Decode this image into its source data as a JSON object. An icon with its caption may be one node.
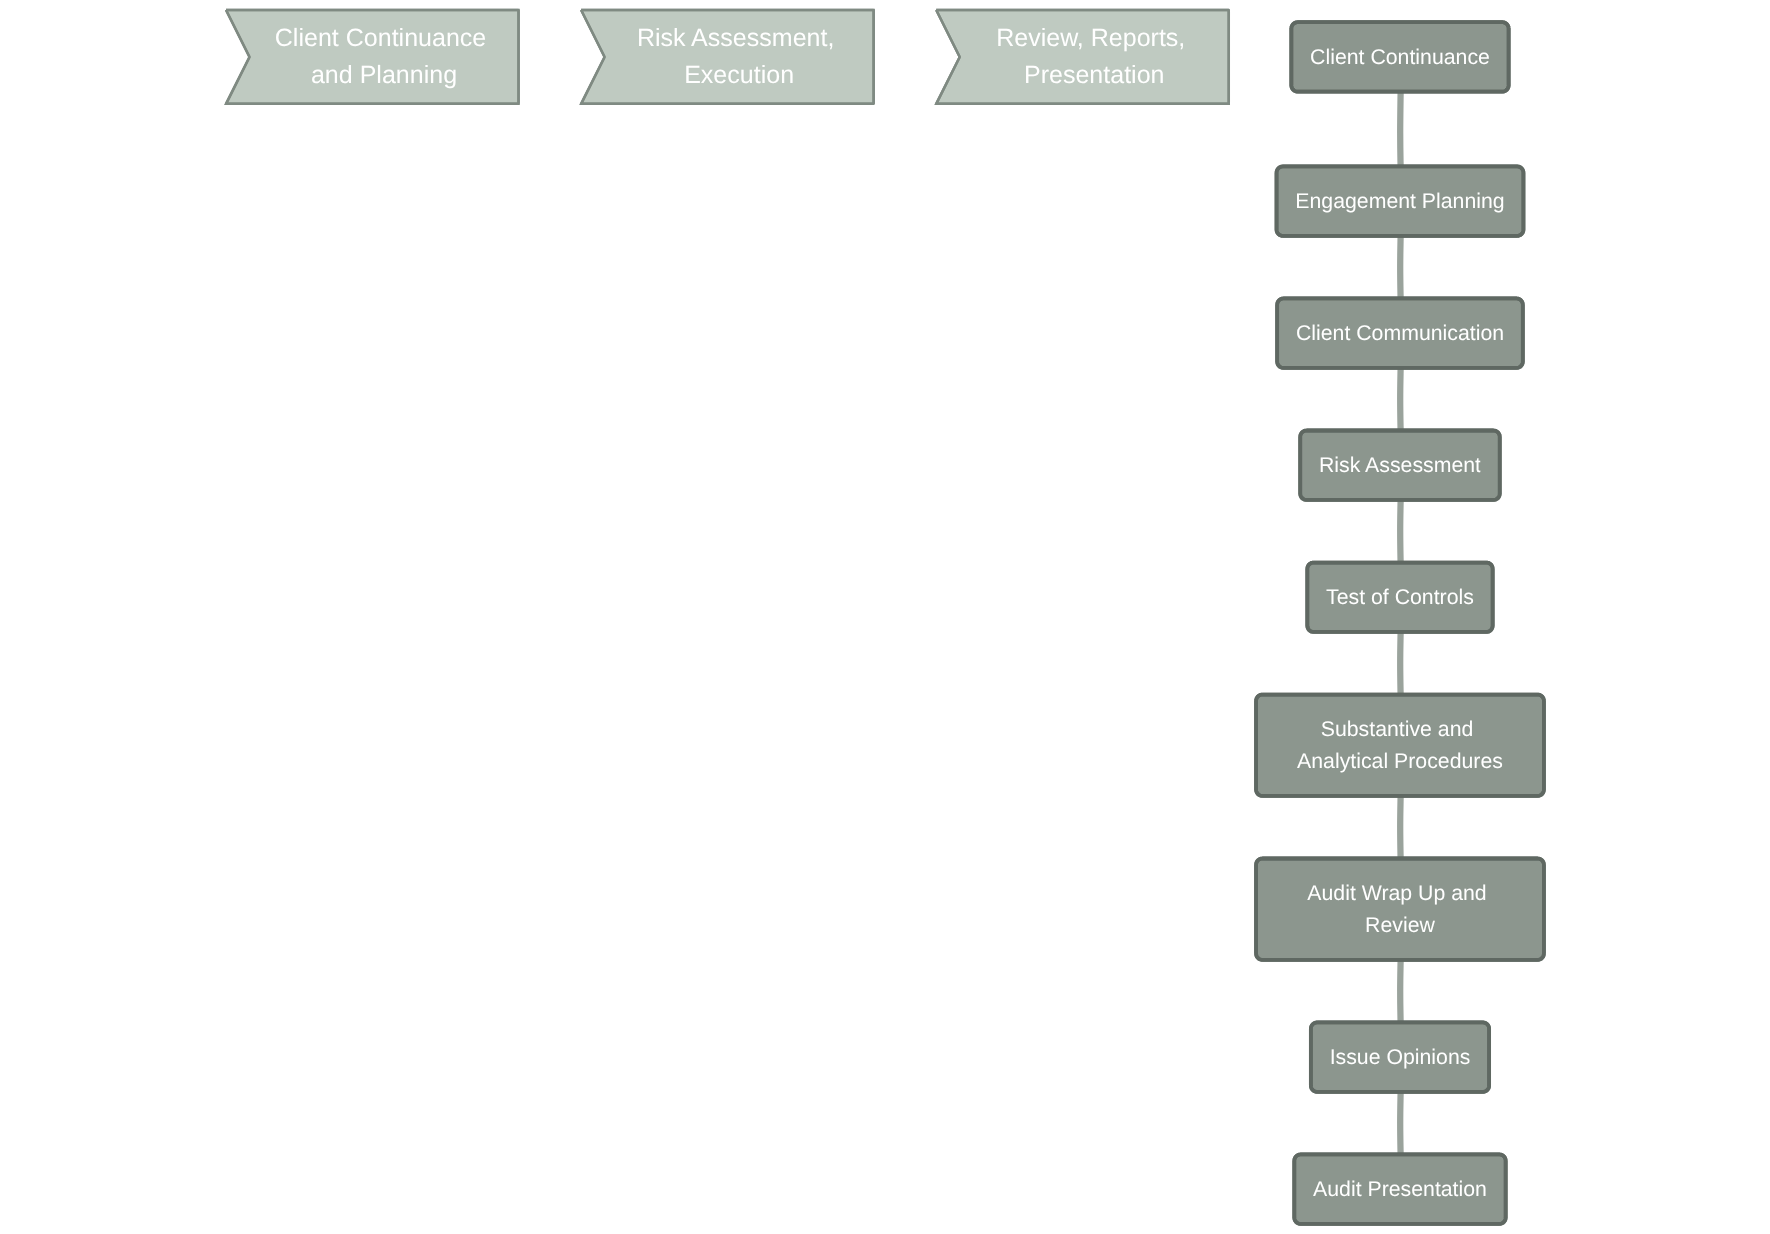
{
  "diagram": {
    "nodes": [
      {
        "text": [
          "Client Continuance and Planning"
        ]
      },
      {
        "text": [
          "Risk Assessment, Execution"
        ]
      },
      {
        "text": [
          "Review, Reports, Presentation"
        ]
      },
      {
        "text": [
          "Client Continuance"
        ]
      },
      {
        "text": [
          "Engagement Planning"
        ]
      },
      {
        "text": [
          "Client Communication"
        ]
      },
      {
        "text": [
          "Risk Assessment"
        ]
      },
      {
        "text": [
          "Test of Controls"
        ]
      },
      {
        "text": [
          "Substantive and Analytical Procedures"
        ]
      },
      {
        "text": [
          "Audit Wrap Up and Review"
        ]
      },
      {
        "text": [
          "Issue Opinions"
        ]
      },
      {
        "text": [
          "Audit Presentation"
        ]
      }
    ],
    "edges": [
      {
        "from": 3,
        "to": 4,
        "arrow": "none"
      },
      {
        "from": 4,
        "to": 5,
        "arrow": "none"
      },
      {
        "from": 5,
        "to": 6,
        "arrow": "none"
      },
      {
        "from": 6,
        "to": 7,
        "arrow": "none"
      },
      {
        "from": 7,
        "to": 8,
        "arrow": "none"
      },
      {
        "from": 8,
        "to": 9,
        "arrow": "none"
      },
      {
        "from": 9,
        "to": 10,
        "arrow": "none"
      },
      {
        "from": 10,
        "to": 11,
        "arrow": "none"
      }
    ]
  }
}
